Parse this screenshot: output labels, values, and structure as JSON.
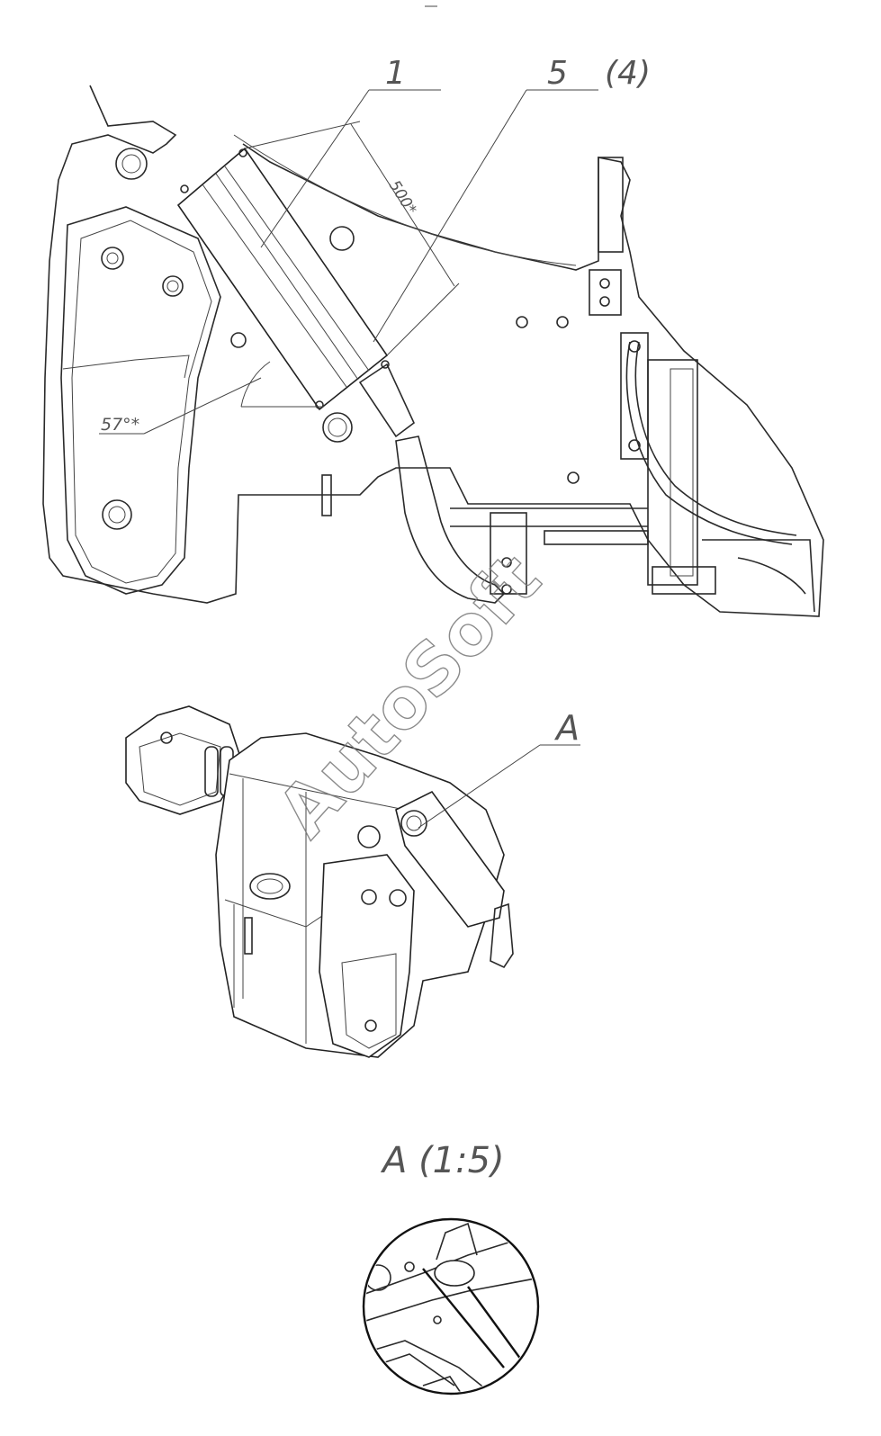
{
  "labels": {
    "callout_1": "1",
    "callout_5": "5",
    "callout_4": "(4)",
    "dimension_length": "500*",
    "dimension_angle": "57°*",
    "view_marker": "A",
    "detail_title": "A  (1:5)"
  },
  "watermark": "AutoSoft",
  "colors": {
    "line": "#222222",
    "label": "#555555",
    "watermark": "#777777"
  }
}
